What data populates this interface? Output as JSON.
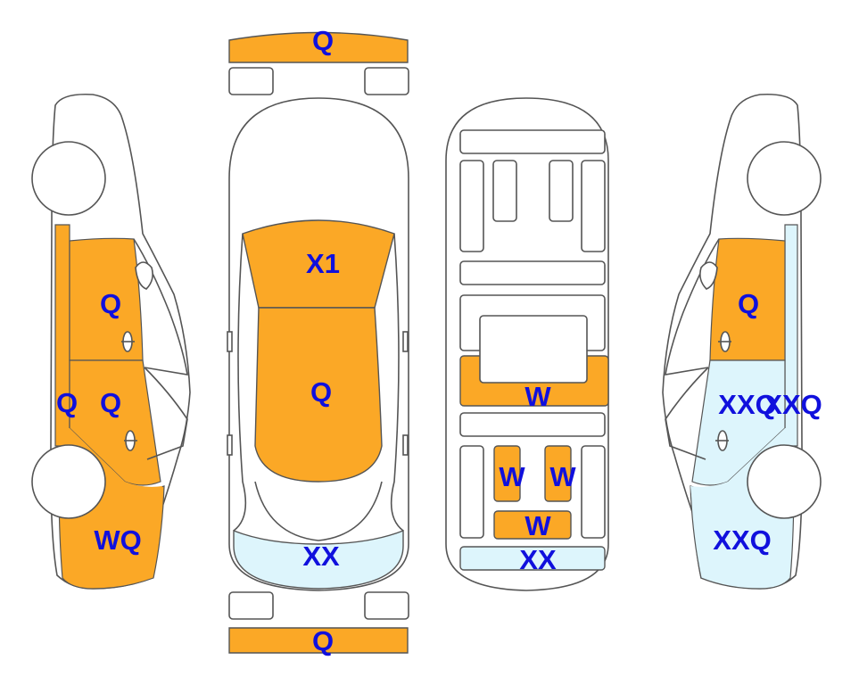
{
  "colors": {
    "damage_fill": "#FBA826",
    "light_fill": "#DDF5FC",
    "outline": "#555555",
    "label": "#1010DD"
  },
  "labels": {
    "front_bumper": "Q",
    "rear_bumper": "Q",
    "hood": "X1",
    "roof": "Q",
    "trunk": "XX",
    "floor_mid": "W",
    "floor_left": "W",
    "floor_right": "W",
    "floor_lower": "W",
    "floor_rear": "XX",
    "left_front_door": "Q",
    "left_rear_door": "Q",
    "left_sill": "Q",
    "left_quarter": "WQ",
    "right_front_door": "Q",
    "right_rear_door": "XXQ",
    "right_pillar": "XXQ",
    "right_quarter": "XXQ"
  }
}
